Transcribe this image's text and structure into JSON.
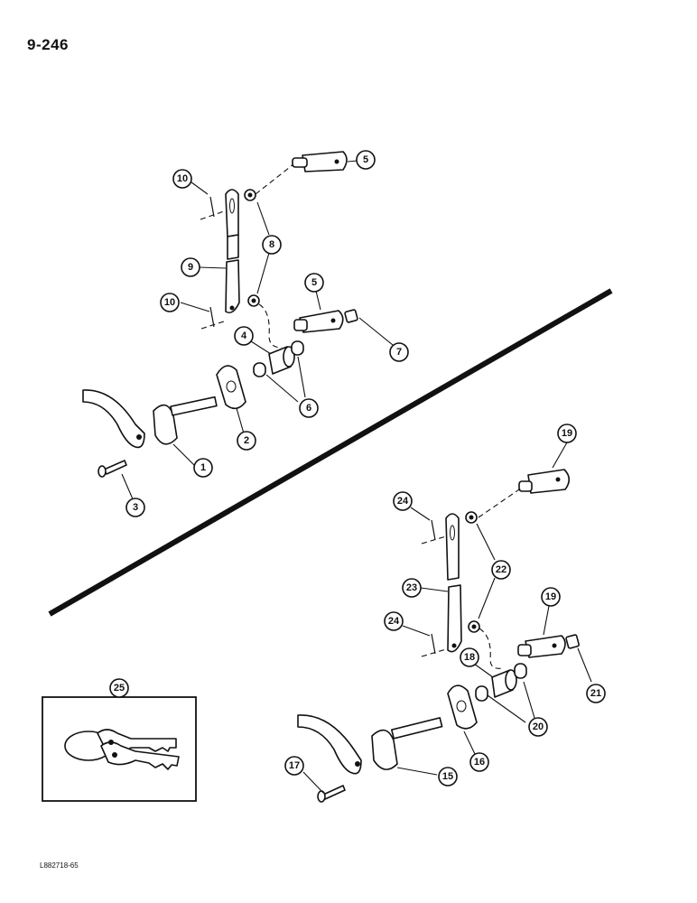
{
  "header": {
    "page_number": "9-246"
  },
  "footer": {
    "reference_code": "L882718-65"
  },
  "callouts": [
    {
      "id": "c1",
      "label": "1"
    },
    {
      "id": "c2",
      "label": "2"
    },
    {
      "id": "c3",
      "label": "3"
    },
    {
      "id": "c4",
      "label": "4"
    },
    {
      "id": "c5a",
      "label": "5"
    },
    {
      "id": "c5b",
      "label": "5"
    },
    {
      "id": "c6",
      "label": "6"
    },
    {
      "id": "c7",
      "label": "7"
    },
    {
      "id": "c8",
      "label": "8"
    },
    {
      "id": "c9",
      "label": "9"
    },
    {
      "id": "c10a",
      "label": "10"
    },
    {
      "id": "c10b",
      "label": "10"
    },
    {
      "id": "c15",
      "label": "15"
    },
    {
      "id": "c16",
      "label": "16"
    },
    {
      "id": "c17",
      "label": "17"
    },
    {
      "id": "c18",
      "label": "18"
    },
    {
      "id": "c19a",
      "label": "19"
    },
    {
      "id": "c19b",
      "label": "19"
    },
    {
      "id": "c20",
      "label": "20"
    },
    {
      "id": "c21",
      "label": "21"
    },
    {
      "id": "c22",
      "label": "22"
    },
    {
      "id": "c23",
      "label": "23"
    },
    {
      "id": "c24a",
      "label": "24"
    },
    {
      "id": "c24b",
      "label": "24"
    },
    {
      "id": "c25",
      "label": "25"
    }
  ]
}
